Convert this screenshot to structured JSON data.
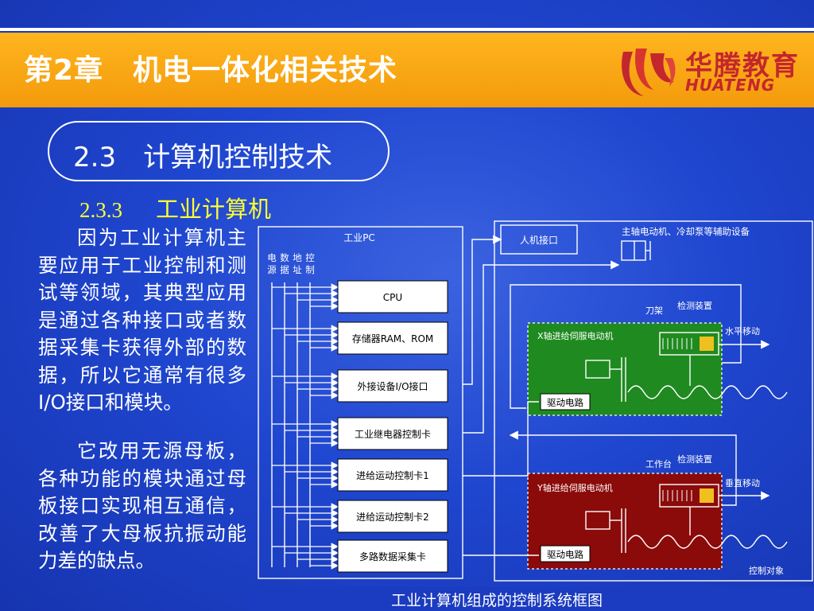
{
  "header": {
    "chapter_title": "第2章　机电一体化相关技术",
    "logo_cn": "华腾教育",
    "logo_en": "HUATENG"
  },
  "section": {
    "title": "2.3　计算机控制技术"
  },
  "subsection": {
    "number": "2.3.3",
    "title": "工业计算机"
  },
  "body": {
    "paragraph1": "因为工业计算机主要应用于工业控制和测试等领域，其典型应用是通过各种接口或者数据采集卡获得外部的数据，所以它通常有很多I/O接口和模块。",
    "paragraph2": "它改用无源母板，各种功能的模块通过母板接口实现相互通信，改善了大母板抗振动能力差的缺点。"
  },
  "diagram": {
    "pc_label": "工业PC",
    "bus_labels": [
      "电源",
      "数据",
      "地址",
      "控制"
    ],
    "modules": [
      "CPU",
      "存储器RAM、ROM",
      "外接设备I/O接口",
      "工业继电器控制卡",
      "进给运动控制卡1",
      "进给运动控制卡2",
      "多路数据采集卡"
    ],
    "hmi": "人机接口",
    "aux_equipment": "主轴电动机、冷却泵等辅助设备",
    "tool_holder": "刀架",
    "detector_x": "检测装置",
    "horizontal_move": "水平移动",
    "x_motor": "X轴进给伺服电动机",
    "drive_x": "驱动电路",
    "worktable": "工作台",
    "detector_y": "检测装置",
    "vertical_move": "垂直移动",
    "y_motor": "Y轴进给伺服电动机",
    "drive_y": "驱动电路",
    "control_object": "控制对象",
    "caption": "工业计算机组成的控制系统框图",
    "colors": {
      "x_panel": "#1f8a1f",
      "y_panel": "#8b0a0a"
    }
  }
}
